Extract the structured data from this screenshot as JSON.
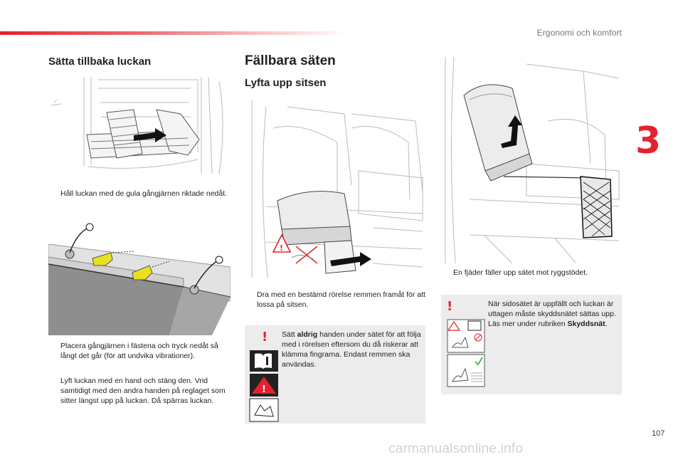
{
  "header": {
    "section_title": "Ergonomi och komfort",
    "chapter_number": "3",
    "page_number": "107"
  },
  "left_column": {
    "heading": "Sätta tillbaka luckan",
    "bullet_1": "Håll luckan med de gula gångjärnen riktade nedåt.",
    "bullet_2": "Placera gångjärnen i fästena och tryck nedåt så långt det går (för att undvika vibrationer).",
    "bullet_3": "Lyft luckan med en hand och stäng den. Vrid samtidigt med den andra handen på reglaget som sitter längst upp på luckan. Då spärras luckan."
  },
  "middle_column": {
    "heading": "Fällbara säten",
    "subheading": "Lyfta upp sitsen",
    "bullet_1": "Dra med en bestämd rörelse remmen framåt för att lossa på sitsen.",
    "warning": {
      "prefix": "Sätt ",
      "bold": "aldrig",
      "suffix": " handen under sätet för att följa med i rörelsen eftersom du då riskerar att klämma fingrarna. Endast remmen ska användas."
    }
  },
  "right_column": {
    "bullet_1": "En fjäder fäller upp sätet mot ryggstödet.",
    "warning": {
      "text": "När sidosätet är uppfällt och luckan är uttagen måste skyddsnätet sättas upp. Läs mer under rubriken ",
      "bold": "Skyddsnät",
      "suffix": "."
    }
  },
  "glyphs": {
    "bullet": "",
    "exclamation": "!"
  },
  "colors": {
    "accent": "#e4222c",
    "hinge_yellow": "#e8e020",
    "box_gray": "#ececec"
  },
  "watermark": "carmanualsonline.info"
}
